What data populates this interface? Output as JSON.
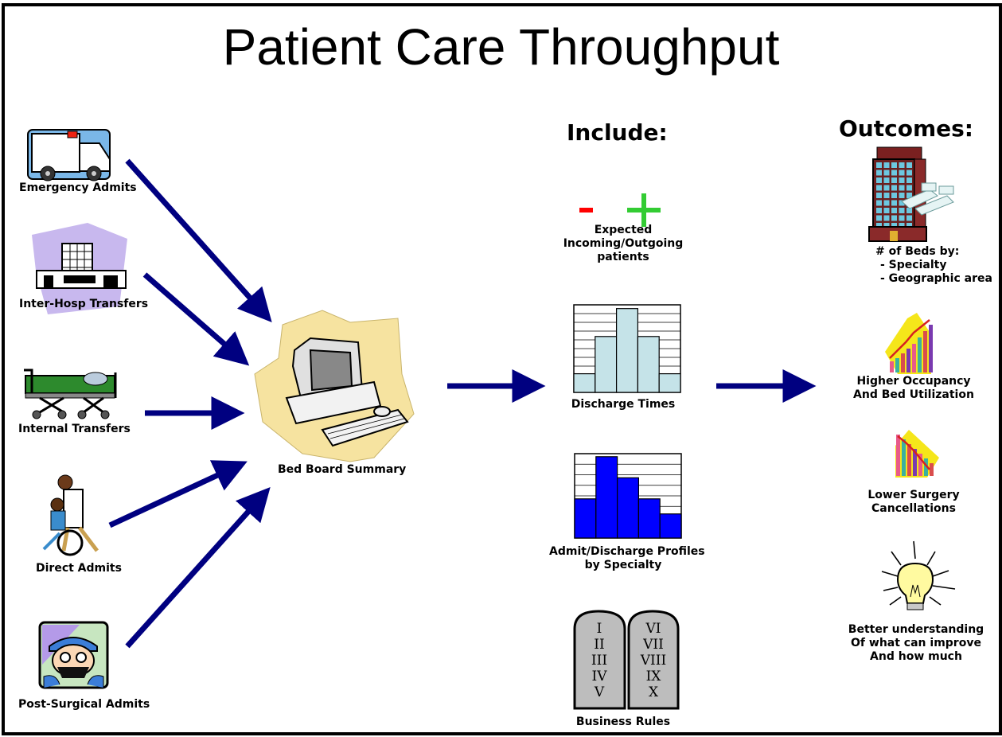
{
  "title": "Patient Care Throughput",
  "include_heading": "Include:",
  "outcomes_heading": "Outcomes:",
  "sources": [
    {
      "label": "Emergency Admits",
      "icon": "ambulance-icon"
    },
    {
      "label": "Inter-Hosp Transfers",
      "icon": "hospital-building-icon"
    },
    {
      "label": "Internal Transfers",
      "icon": "stretcher-icon"
    },
    {
      "label": "Direct Admits",
      "icon": "wheelchair-patient-icon"
    },
    {
      "label": "Post-Surgical Admits",
      "icon": "surgeon-icon"
    }
  ],
  "hub": {
    "label": "Bed Board Summary",
    "icon": "computer-icon"
  },
  "include": {
    "expected": {
      "line1": "Expected",
      "line2": "Incoming/Outgoing",
      "line3": "patients",
      "minus": "-",
      "plus": "+"
    },
    "discharge_times": {
      "label": "Discharge Times",
      "bar_color": "#c5e3e8",
      "values": [
        1,
        3,
        4.5,
        3,
        1
      ]
    },
    "admit_discharge": {
      "line1": "Admit/Discharge Profiles",
      "line2": "by Specialty",
      "bar_color": "#0000ff",
      "values": [
        2.6,
        5.4,
        4.0,
        2.6,
        1.6
      ]
    },
    "business_rules": {
      "label": "Business Rules",
      "left_tablet": [
        "I",
        "II",
        "III",
        "IV",
        "V"
      ],
      "right_tablet": [
        "VI",
        "VII",
        "VIII",
        "IX",
        "X"
      ]
    }
  },
  "outcomes": {
    "beds": {
      "line1": "# of Beds by:",
      "line2": "- Specialty",
      "line3": "- Geographic area",
      "icon": "hospital-beds-icon"
    },
    "occupancy": {
      "line1": "Higher Occupancy",
      "line2": "And Bed Utilization",
      "icon": "rising-chart-icon"
    },
    "surgery": {
      "line1": "Lower Surgery",
      "line2": "Cancellations",
      "icon": "falling-chart-icon"
    },
    "understanding": {
      "line1": "Better understanding",
      "line2": "Of what can improve",
      "line3": "And how much",
      "icon": "lightbulb-icon"
    }
  },
  "colors": {
    "arrow": "#000080",
    "minus": "#ff0000",
    "plus": "#33cc33"
  }
}
